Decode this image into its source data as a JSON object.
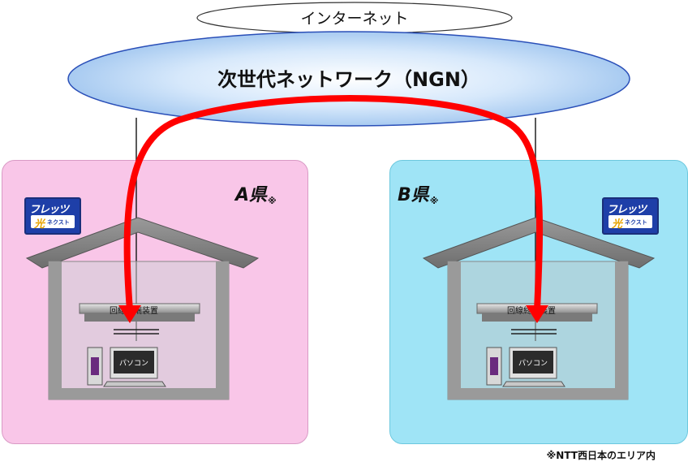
{
  "internet_label": "インターネット",
  "ngn_label": "次世代ネットワーク（NGN）",
  "region_a": {
    "label": "A県",
    "mark": "※",
    "device_label": "回線終端装置",
    "pc_label": "パソコン",
    "badge_brand": "フレッツ",
    "badge_hikari": "光",
    "badge_next": "ネクスト"
  },
  "region_b": {
    "label": "B県",
    "mark": "※",
    "device_label": "回線終端装置",
    "pc_label": "パソコン",
    "badge_brand": "フレッツ",
    "badge_hikari": "光",
    "badge_next": "ネクスト"
  },
  "footnote": "※NTT西日本のエリア内",
  "colors": {
    "region_a_bg": "#f9c6e8",
    "region_b_bg": "#9fe4f6",
    "arrow": "#ff0000",
    "ngn_cloud": "#bcd8f5",
    "badge": "#1e3fa8"
  }
}
